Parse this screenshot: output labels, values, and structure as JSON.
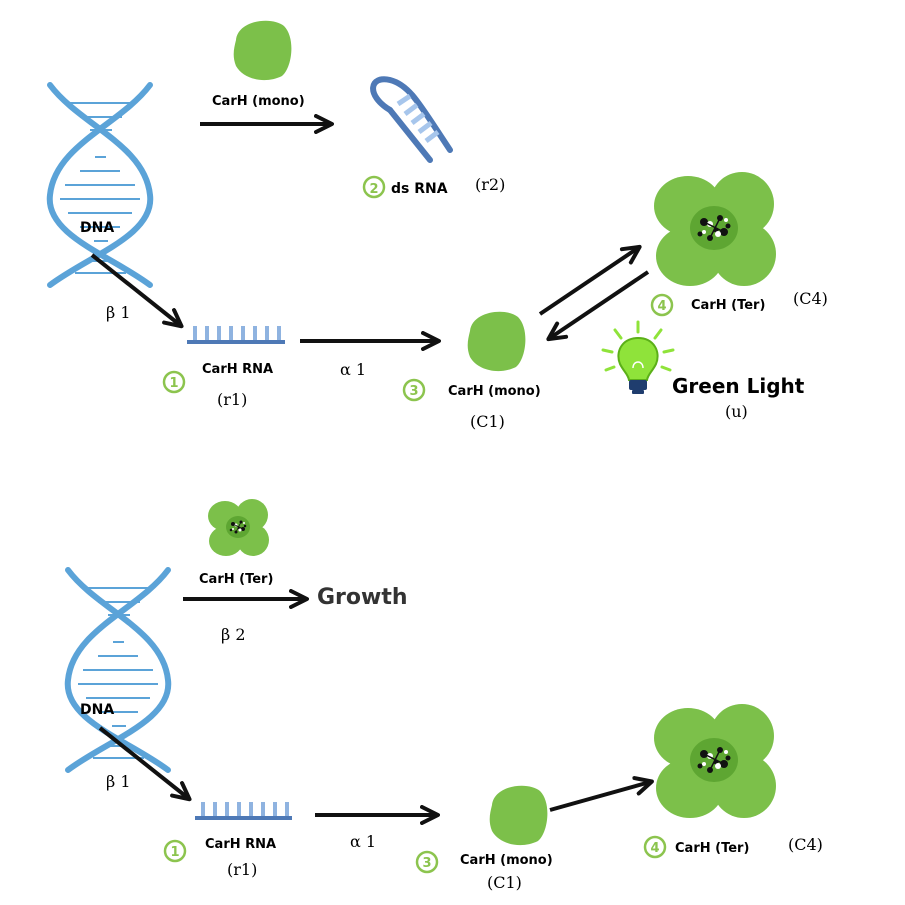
{
  "colors": {
    "dna": "#5ba3d8",
    "rna": "#6f9bd1",
    "protein": "#7cc04a",
    "protein_dark": "#5ea632",
    "circle": "#8cc44e",
    "arrow": "#111111",
    "bulb": "#8fe33a"
  },
  "top": {
    "dna_label": "DNA",
    "upper_enzyme_label": "CarH (mono)",
    "dsrna_num": "2",
    "dsrna_label": "ds RNA",
    "dsrna_var": "(r2)",
    "beta1": "β 1",
    "rna_num": "1",
    "rna_label": "CarH RNA",
    "rna_var": "(r1)",
    "alpha1": "α 1",
    "mono_num": "3",
    "mono_label": "CarH (mono)",
    "mono_var": "(C1)",
    "ter_num": "4",
    "ter_label": "CarH (Ter)",
    "ter_var": "(C4)",
    "light_label": "Green Light",
    "light_var": "(u)",
    "bulb_icon": "light-bulb-icon"
  },
  "bottom": {
    "upper_enzyme_label": "CarH (Ter)",
    "growth_label": "Growth",
    "beta2": "β 2",
    "dna_label": "DNA",
    "beta1": "β 1",
    "rna_num": "1",
    "rna_label": "CarH RNA",
    "rna_var": "(r1)",
    "alpha1": "α 1",
    "mono_num": "3",
    "mono_label": "CarH (mono)",
    "mono_var": "(C1)",
    "ter_num": "4",
    "ter_label": "CarH (Ter)",
    "ter_var": "(C4)"
  }
}
